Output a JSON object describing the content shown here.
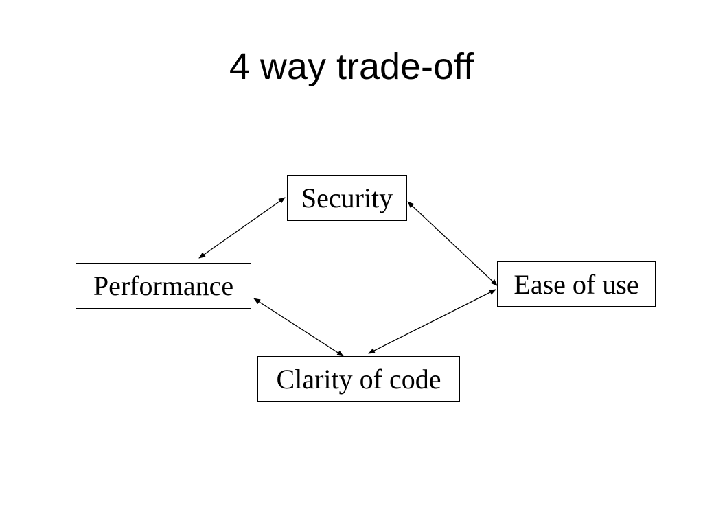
{
  "slide": {
    "title": "4 way trade-off"
  },
  "diagram": {
    "nodes": [
      {
        "id": "security",
        "label": "Security"
      },
      {
        "id": "performance",
        "label": "Performance"
      },
      {
        "id": "ease",
        "label": "Ease of use"
      },
      {
        "id": "clarity",
        "label": "Clarity of code"
      }
    ],
    "edges": [
      {
        "from": "security",
        "to": "performance",
        "arrows": "both"
      },
      {
        "from": "security",
        "to": "ease",
        "arrows": "both"
      },
      {
        "from": "performance",
        "to": "clarity",
        "arrows": "both"
      },
      {
        "from": "ease",
        "to": "clarity",
        "arrows": "both"
      }
    ],
    "colors": {
      "line": "#000000",
      "box_border": "#000000",
      "background": "#ffffff"
    }
  }
}
